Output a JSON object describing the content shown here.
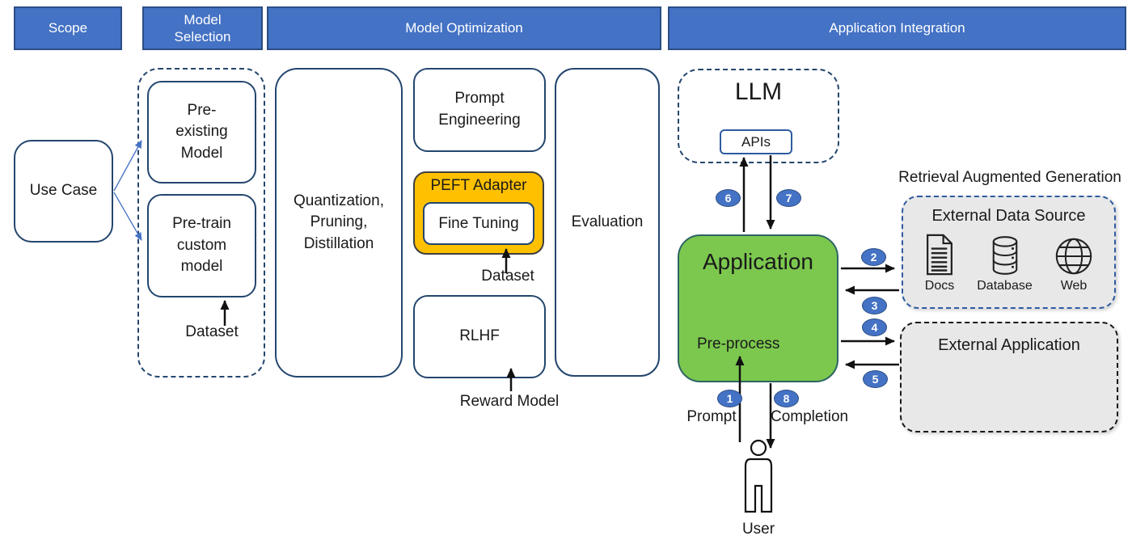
{
  "header": {
    "phases": [
      "Scope",
      "Model Selection",
      "Model Optimization",
      "Application Integration"
    ]
  },
  "scope": {
    "use_case_label": "Use Case"
  },
  "model_selection": {
    "pre_existing_label": "Pre-existing Model",
    "pre_train_label": "Pre-train custom model",
    "dataset_label": "Dataset"
  },
  "model_optimization": {
    "quantization_label": "Quantization, Pruning, Distillation",
    "prompt_engineering_label": "Prompt Engineering",
    "peft_adapter_label": "PEFT Adapter",
    "fine_tuning_label": "Fine Tuning",
    "dataset_label": "Dataset",
    "rlhf_label": "RLHF",
    "reward_model_label": "Reward Model",
    "evaluation_label": "Evaluation"
  },
  "application_integration": {
    "llm_label": "LLM",
    "apis_label": "APIs",
    "application_label": "Application",
    "pre_process_label": "Pre-process",
    "rag_label": "Retrieval Augmented Generation",
    "external_data_source": {
      "title": "External Data Source",
      "items": [
        {
          "icon": "docs-icon",
          "label": "Docs"
        },
        {
          "icon": "database-icon",
          "label": "Database"
        },
        {
          "icon": "web-icon",
          "label": "Web"
        }
      ]
    },
    "external_application": {
      "title": "External Application"
    },
    "prompt_label": "Prompt",
    "completion_label": "Completion",
    "user_label": "User",
    "flow_badges": [
      "1",
      "2",
      "3",
      "4",
      "5",
      "6",
      "7",
      "8"
    ]
  },
  "colors": {
    "phase_blue": "#4472c4",
    "navy_border": "#24466e",
    "application_green": "#7cc84f",
    "peft_orange": "#ffc000",
    "gray_fill": "#e8e8e8",
    "badge_blue": "#4472c4"
  }
}
